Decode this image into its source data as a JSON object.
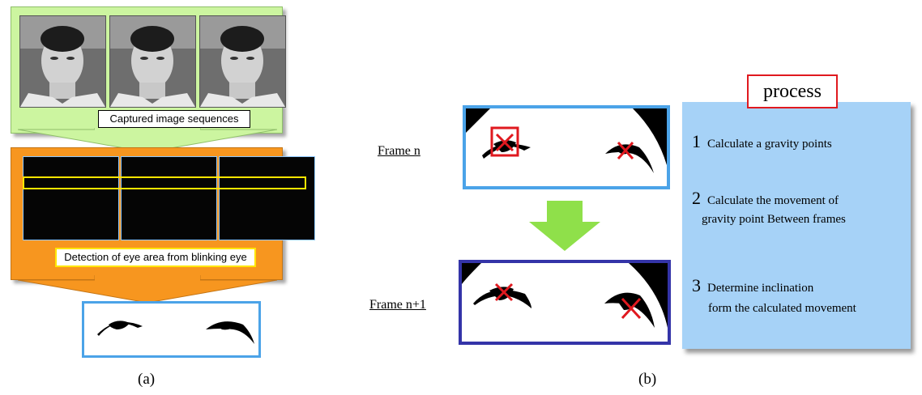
{
  "panel_a": {
    "captured_caption": "Captured image sequences",
    "detection_caption": "Detection of eye area from blinking eye",
    "label": "(a)"
  },
  "panel_b": {
    "frame_n_label": "Frame n",
    "frame_n1_label": "Frame n+1",
    "process_title": "process",
    "steps": [
      {
        "num": "1",
        "text": "Calculate a gravity points"
      },
      {
        "num": "2",
        "text": "Calculate the movement of",
        "text2": "gravity point Between frames"
      },
      {
        "num": "3",
        "text": "Determine inclination",
        "text2": "form the calculated movement"
      }
    ],
    "label": "(b)"
  },
  "colors": {
    "green_box": "#ccf5a0",
    "orange_box": "#f7961f",
    "process_panel": "#a6d2f7",
    "marker_red": "#e0191f",
    "frame_n_border": "#4ba3e8",
    "frame_n1_border": "#3434a8",
    "arrow_green": "#8fe04a"
  }
}
